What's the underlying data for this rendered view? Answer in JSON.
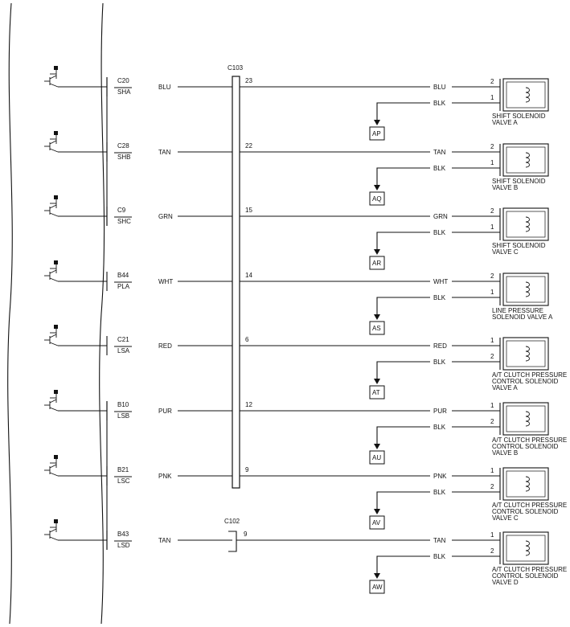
{
  "connector_main": "C103",
  "connector_aux": "C102",
  "circuits": [
    {
      "pin": "C20",
      "signal": "SHA",
      "color": "BLU",
      "cpin": "23",
      "pin_top": "2",
      "pin_bot": "1",
      "ground_color": "BLK",
      "ground": "AP",
      "label": [
        "SHIFT SOLENOID",
        "VALVE A"
      ]
    },
    {
      "pin": "C28",
      "signal": "SHB",
      "color": "TAN",
      "cpin": "22",
      "pin_top": "2",
      "pin_bot": "1",
      "ground_color": "BLK",
      "ground": "AQ",
      "label": [
        "SHIFT SOLENOID",
        "VALVE B"
      ]
    },
    {
      "pin": "C9",
      "signal": "SHC",
      "color": "GRN",
      "cpin": "15",
      "pin_top": "2",
      "pin_bot": "1",
      "ground_color": "BLK",
      "ground": "AR",
      "label": [
        "SHIFT SOLENOID",
        "VALVE C"
      ]
    },
    {
      "pin": "B44",
      "signal": "PLA",
      "color": "WHT",
      "cpin": "14",
      "pin_top": "2",
      "pin_bot": "1",
      "ground_color": "BLK",
      "ground": "AS",
      "label": [
        "LINE PRESSURE",
        "SOLENOID VALVE A"
      ]
    },
    {
      "pin": "C21",
      "signal": "LSA",
      "color": "RED",
      "cpin": "6",
      "pin_top": "1",
      "pin_bot": "2",
      "ground_color": "BLK",
      "ground": "AT",
      "label": [
        "A/T CLUTCH PRESSURE",
        "CONTROL SOLENOID",
        "VALVE A"
      ]
    },
    {
      "pin": "B10",
      "signal": "LSB",
      "color": "PUR",
      "cpin": "12",
      "pin_top": "1",
      "pin_bot": "2",
      "ground_color": "BLK",
      "ground": "AU",
      "label": [
        "A/T CLUTCH PRESSURE",
        "CONTROL SOLENOID",
        "VALVE B"
      ]
    },
    {
      "pin": "B21",
      "signal": "LSC",
      "color": "PNK",
      "cpin": "9",
      "pin_top": "1",
      "pin_bot": "2",
      "ground_color": "BLK",
      "ground": "AV",
      "label": [
        "A/T CLUTCH PRESSURE",
        "CONTROL SOLENOID",
        "VALVE C"
      ]
    },
    {
      "pin": "B43",
      "signal": "LSD",
      "color": "TAN",
      "cpin": "9",
      "pin_top": "1",
      "pin_bot": "2",
      "ground_color": "BLK",
      "ground": "AW",
      "label": [
        "A/T CLUTCH PRESSURE",
        "CONTROL SOLENOID",
        "VALVE D"
      ]
    }
  ]
}
